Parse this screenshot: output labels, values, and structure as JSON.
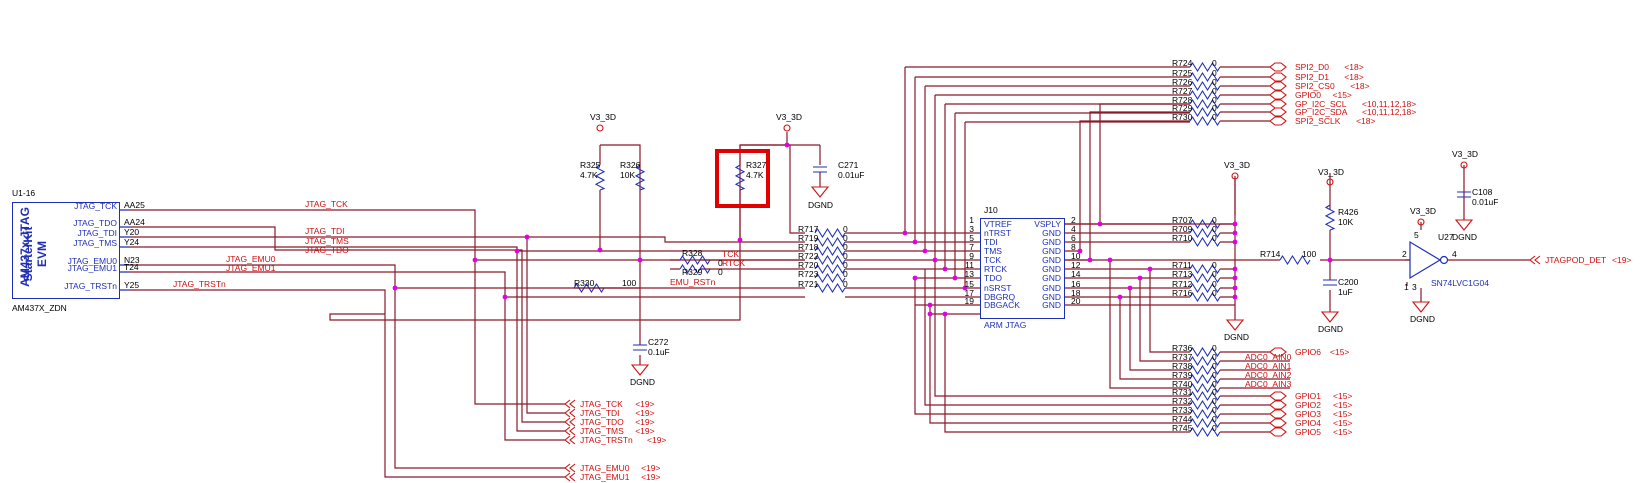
{
  "u1": {
    "ref": "U1-16",
    "title_line1": "AM437x JTAG",
    "title_line2": "StarterKit EVM",
    "part": "AM437X_ZDN",
    "pins": [
      {
        "name": "JTAG_TCK",
        "ball": "AA25"
      },
      {
        "name": "JTAG_TDO",
        "ball": "AA24"
      },
      {
        "name": "JTAG_TDI",
        "ball": "Y20"
      },
      {
        "name": "JTAG_TMS",
        "ball": "Y24"
      },
      {
        "name": "JTAG_EMU0",
        "ball": "N23"
      },
      {
        "name": "JTAG_EMU1",
        "ball": "T24"
      },
      {
        "name": "JTAG_TRSTn",
        "ball": "Y25"
      }
    ]
  },
  "nets": {
    "jtag_tck": "JTAG_TCK",
    "jtag_tdi": "JTAG_TDI",
    "jtag_tms": "JTAG_TMS",
    "jtag_tdo": "JTAG_TDO",
    "jtag_emu0": "JTAG_EMU0",
    "jtag_emu1": "JTAG_EMU1",
    "jtag_trstn": "JTAG_TRSTn",
    "tck": "TCK",
    "rtck": "RTCK",
    "emu_rstn": "EMU_RSTn"
  },
  "power": {
    "v3_3d": "V3_3D",
    "dgnd": "DGND"
  },
  "passives": {
    "r325": {
      "ref": "R325",
      "value": "4.7K"
    },
    "r326": {
      "ref": "R326",
      "value": "10K"
    },
    "r327": {
      "ref": "R327",
      "value": "4.7K"
    },
    "c271": {
      "ref": "C271",
      "value": "0.01uF"
    },
    "c272": {
      "ref": "C272",
      "value": "0.1uF"
    },
    "r328": {
      "ref": "R328",
      "value": "0"
    },
    "r329": {
      "ref": "R329",
      "value": "0"
    },
    "r330": {
      "ref": "R330",
      "value": "100"
    },
    "r426": {
      "ref": "R426",
      "value": "10K"
    },
    "c200": {
      "ref": "C200",
      "value": "1uF"
    },
    "c108": {
      "ref": "C108",
      "value": "0.01uF"
    },
    "r714": {
      "ref": "R714",
      "value": "100"
    }
  },
  "series_resistors": [
    {
      "ref": "R717",
      "value": "0"
    },
    {
      "ref": "R719",
      "value": "0"
    },
    {
      "ref": "R718",
      "value": "0"
    },
    {
      "ref": "R722",
      "value": "0"
    },
    {
      "ref": "R720",
      "value": "0"
    },
    {
      "ref": "R723",
      "value": "0"
    },
    {
      "ref": "R721",
      "value": "0"
    }
  ],
  "j10": {
    "ref": "J10",
    "name": "ARM JTAG",
    "left": [
      {
        "num": "1",
        "label": "VTREF"
      },
      {
        "num": "3",
        "label": "nTRST"
      },
      {
        "num": "5",
        "label": "TDI"
      },
      {
        "num": "7",
        "label": "TMS"
      },
      {
        "num": "9",
        "label": "TCK"
      },
      {
        "num": "11",
        "label": "RTCK"
      },
      {
        "num": "13",
        "label": "TDO"
      },
      {
        "num": "15",
        "label": "nSRST"
      },
      {
        "num": "17",
        "label": "DBGRQ"
      },
      {
        "num": "19",
        "label": "DBGACK"
      }
    ],
    "right": [
      {
        "num": "2",
        "label": "VSPLY"
      },
      {
        "num": "4",
        "label": "GND"
      },
      {
        "num": "6",
        "label": "GND"
      },
      {
        "num": "8",
        "label": "GND"
      },
      {
        "num": "10",
        "label": "GND"
      },
      {
        "num": "12",
        "label": "GND"
      },
      {
        "num": "14",
        "label": "GND"
      },
      {
        "num": "16",
        "label": "GND"
      },
      {
        "num": "18",
        "label": "GND"
      },
      {
        "num": "20",
        "label": "GND"
      }
    ]
  },
  "right_resistors": [
    {
      "ref": "R707",
      "value": "0"
    },
    {
      "ref": "R709",
      "value": "0"
    },
    {
      "ref": "R710",
      "value": "0"
    },
    {
      "ref": "R711",
      "value": "0"
    },
    {
      "ref": "R713",
      "value": "0"
    },
    {
      "ref": "R712",
      "value": "0"
    },
    {
      "ref": "R716",
      "value": "0"
    }
  ],
  "top_offpage": [
    {
      "ref": "R724",
      "value": "0",
      "net": "SPI2_D0",
      "pages": "<18>"
    },
    {
      "ref": "R725",
      "value": "0",
      "net": "SPI2_D1",
      "pages": "<18>"
    },
    {
      "ref": "R726",
      "value": "0",
      "net": "SPI2_CS0",
      "pages": "<18>"
    },
    {
      "ref": "R727",
      "value": "0",
      "net": "GPIO0",
      "pages": "<15>"
    },
    {
      "ref": "R728",
      "value": "0",
      "net": "GP_I2C_SCL",
      "pages": "<10,11,12,18>"
    },
    {
      "ref": "R729",
      "value": "0",
      "net": "GP_I2C_SDA",
      "pages": "<10,11,12,18>"
    },
    {
      "ref": "R730",
      "value": "0",
      "net": "SPI2_SCLK",
      "pages": "<18>"
    }
  ],
  "adc_offpage": [
    {
      "ref": "R736",
      "value": "0",
      "net": "GPIO6",
      "pages": "<15>",
      "offpage": true
    },
    {
      "ref": "R737",
      "value": "0",
      "net": "ADC0_AIN0",
      "pages": "",
      "offpage": false
    },
    {
      "ref": "R738",
      "value": "0",
      "net": "ADC0_AIN1",
      "pages": "",
      "offpage": false
    },
    {
      "ref": "R739",
      "value": "0",
      "net": "ADC0_AIN2",
      "pages": "",
      "offpage": false
    },
    {
      "ref": "R740",
      "value": "0",
      "net": "ADC0_AIN3",
      "pages": "",
      "offpage": false
    }
  ],
  "gpio_offpage": [
    {
      "ref": "R731",
      "value": "0",
      "net": "GPIO1",
      "pages": "<15>"
    },
    {
      "ref": "R732",
      "value": "0",
      "net": "GPIO2",
      "pages": "<15>"
    },
    {
      "ref": "R733",
      "value": "0",
      "net": "GPIO3",
      "pages": "<15>"
    },
    {
      "ref": "R744",
      "value": "0",
      "net": "GPIO4",
      "pages": "<15>"
    },
    {
      "ref": "R745",
      "value": "0",
      "net": "GPIO5",
      "pages": "<15>"
    }
  ],
  "bottom_offpage": [
    {
      "net": "JTAG_TCK",
      "pages": "<19>"
    },
    {
      "net": "JTAG_TDI",
      "pages": "<19>"
    },
    {
      "net": "JTAG_TDO",
      "pages": "<19>"
    },
    {
      "net": "JTAG_TMS",
      "pages": "<19>"
    },
    {
      "net": "JTAG_TRSTn",
      "pages": "<19>"
    },
    {
      "net": "JTAG_EMU0",
      "pages": "<19>"
    },
    {
      "net": "JTAG_EMU1",
      "pages": "<19>"
    }
  ],
  "u27": {
    "ref": "U27",
    "part": "SN74LVC1G04",
    "pin_in": "2",
    "pin_out": "4",
    "pin_vcc": "5",
    "pin_gnd": "3",
    "pin_nc": "1",
    "out_net": "JTAGPOD_DET",
    "out_pages": "<19>"
  }
}
